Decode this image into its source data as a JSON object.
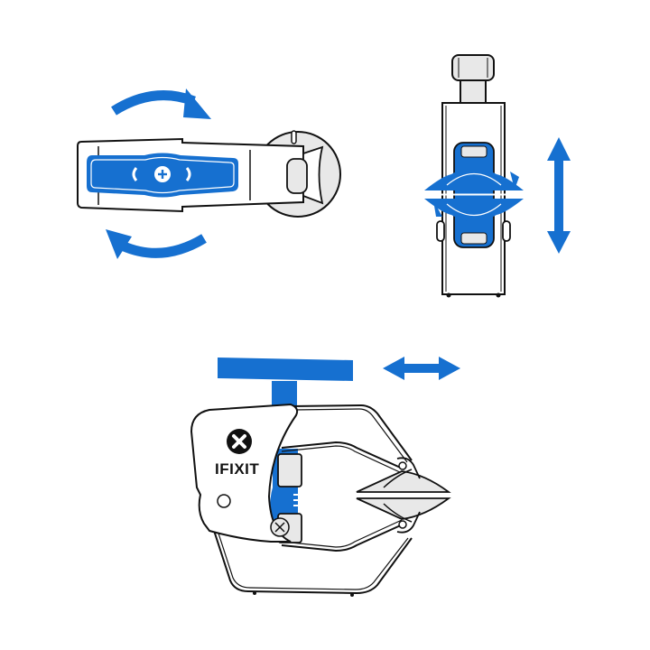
{
  "diagram": {
    "title": "Clamp operation illustrations",
    "colors": {
      "accent_blue": "#1670D0",
      "outline": "#111111",
      "body_fill": "#FFFFFF",
      "pad_fill": "#E8E8E8"
    },
    "panels": [
      {
        "id": "rotate-handle",
        "description": "Top view of clamp with blue grip showing rotation",
        "icons": [
          "curved-arrow-clockwise-top",
          "curved-arrow-counterclockwise-bottom",
          "rotate-left-glyph",
          "screw-plus-glyph",
          "rotate-right-glyph"
        ]
      },
      {
        "id": "vertical-adjust",
        "description": "Front view of clamp with blue suction cups showing vertical movement",
        "icons": [
          "vertical-double-arrow"
        ]
      },
      {
        "id": "tension-handle",
        "description": "Side view of clamp with blue T-handle showing horizontal movement",
        "icons": [
          "horizontal-double-arrow",
          "ifixit-logo",
          "screw-icon"
        ],
        "brand_label": "IFIXIT"
      }
    ]
  }
}
